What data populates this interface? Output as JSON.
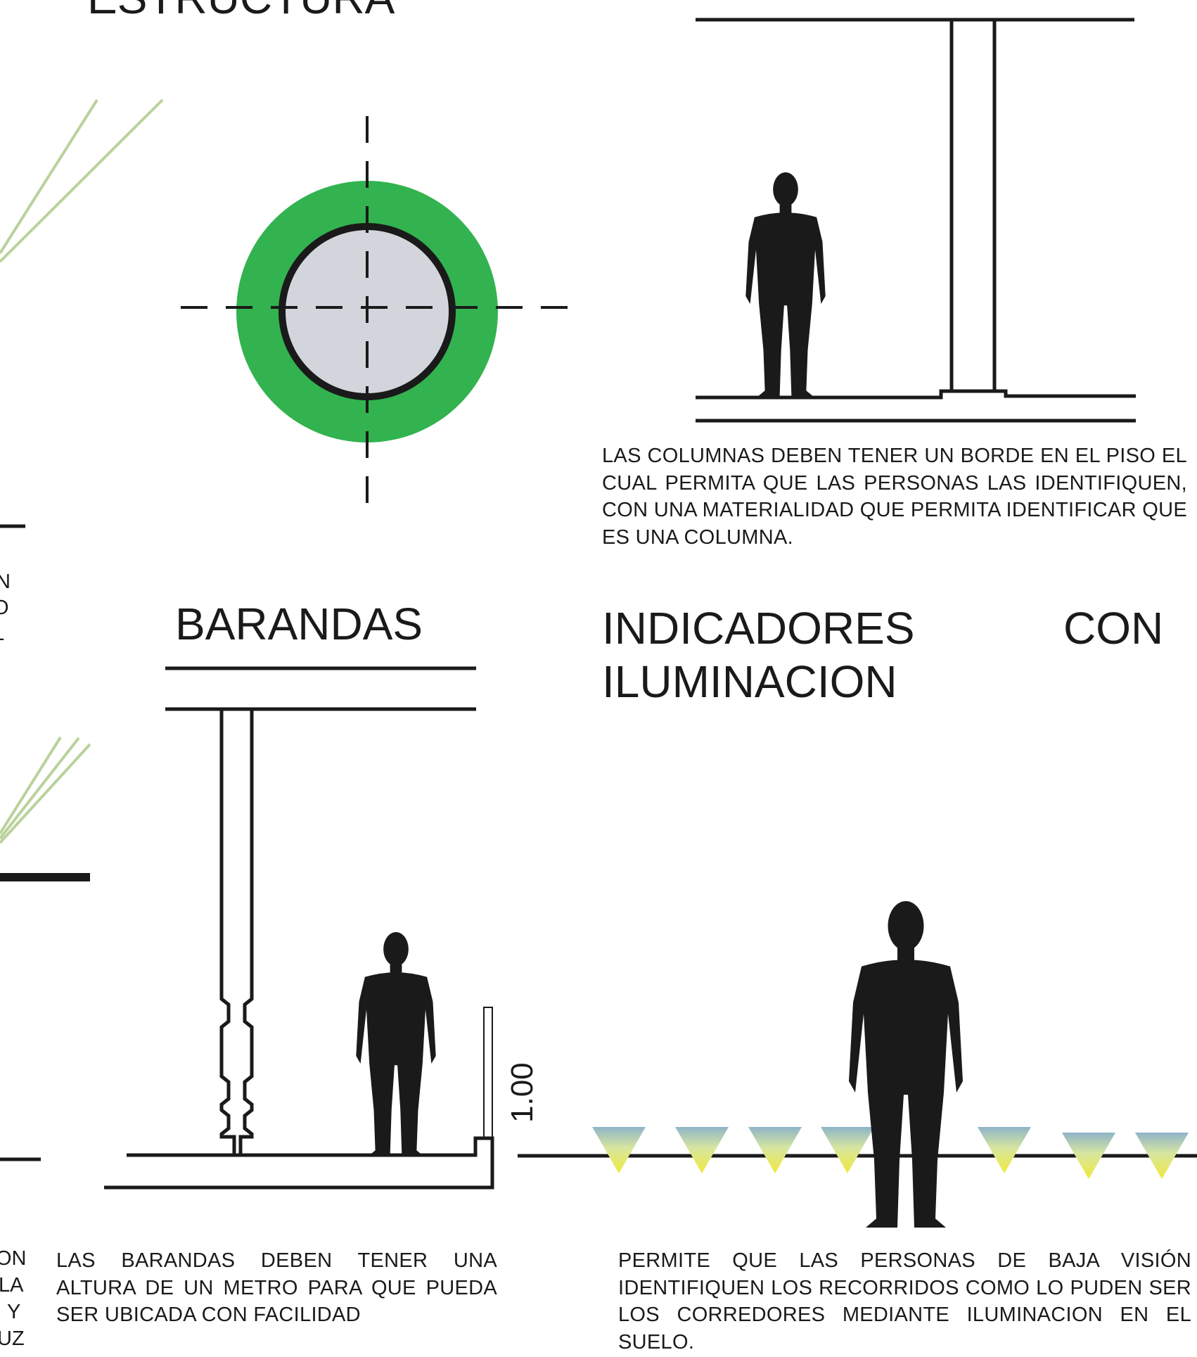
{
  "headings": {
    "estructura": "ESTRUCTURA",
    "barandas": "BARANDAS",
    "indicadores_line1": "INDICADORES",
    "indicadores_line2": "CON",
    "indicadores_line3": "ILUMINACION"
  },
  "descriptions": {
    "columnas": "LAS COLUMNAS DEBEN TENER UN BORDE EN EL PISO EL CUAL PERMITA QUE LAS PERSONAS LAS IDENTIFIQUEN, CON UNA MATERIALIDAD QUE PERMITA IDENTIFICAR QUE ES UNA COLUMNA.",
    "barandas": "LAS BARANDAS DEBEN TENER UNA ALTURA DE UN METRO PARA QUE PUEDA SER UBICADA CON FACILIDAD",
    "iluminacion": "PERMITE QUE LAS PERSONAS DE BAJA VISIÓN IDENTIFIQUEN LOS RECORRIDOS COMO LO PUDEN SER LOS CORREDORES MEDIANTE ILUMINACION EN EL SUELO."
  },
  "dimension_label": "1.00",
  "cut_off_fragments": {
    "upper": [
      "N",
      "O",
      "L"
    ],
    "lower": [
      "ON",
      "LA",
      "Y",
      "UZ"
    ]
  },
  "colors": {
    "column_ring": "#32b34f",
    "column_core": "#d3d5dd",
    "outline": "#1a1a1a",
    "light_beam": "#b9d29c",
    "led_yellow": "#f0e93c",
    "led_shade": "#8fb4c9"
  }
}
